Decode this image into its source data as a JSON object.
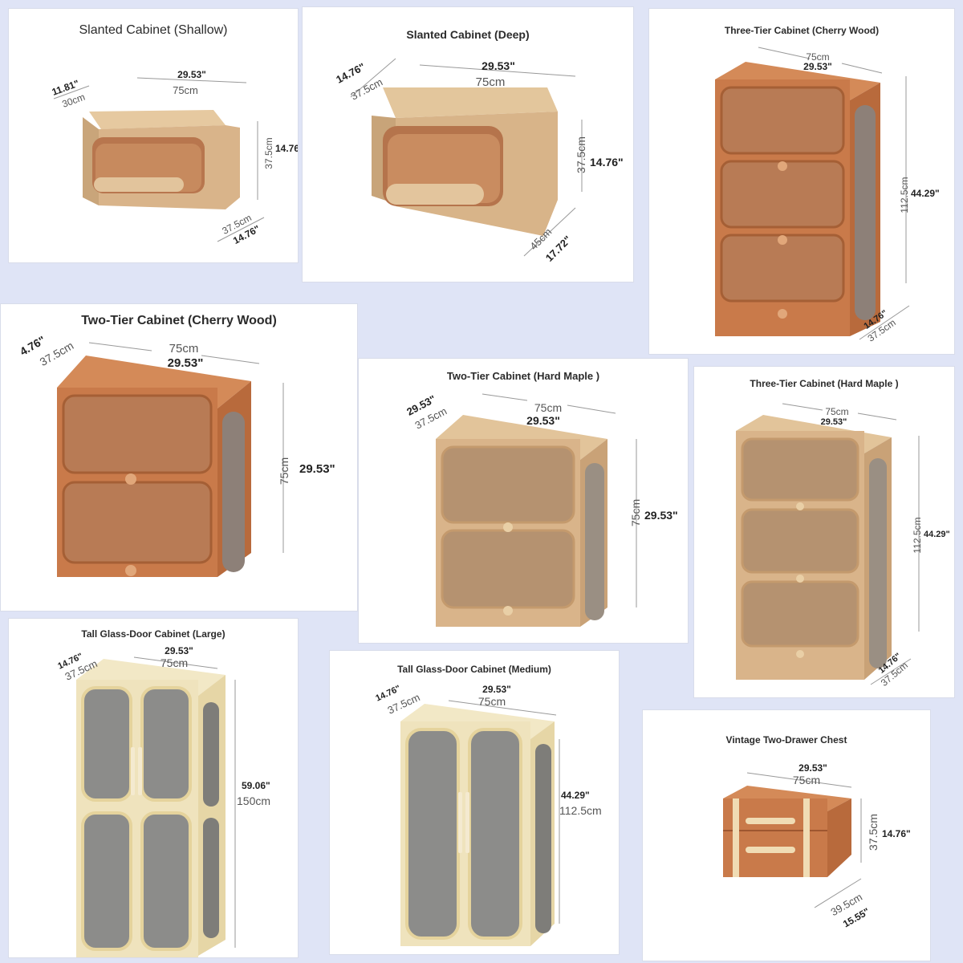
{
  "products": [
    {
      "title": "Slanted Cabinet (Shallow)",
      "width_in": "29.53\"",
      "width_cm": "75cm",
      "depth_in": "11.81\"",
      "depth_cm": "30cm",
      "height_cm": "37.5cm",
      "height_in": "14.76\"",
      "base_cm": "37.5cm",
      "base_in": "14.76\""
    },
    {
      "title": "Slanted Cabinet (Deep)",
      "width_in": "29.53\"",
      "width_cm": "75cm",
      "depth_in": "14.76\"",
      "depth_cm": "37.5cm",
      "height_cm": "37.5cm",
      "height_in": "14.76\"",
      "base_cm": "45cm",
      "base_in": "17.72\""
    },
    {
      "title": "Three-Tier Cabinet (Cherry Wood)",
      "width_cm": "75cm",
      "width_in": "29.53\"",
      "height_cm": "112.5cm",
      "height_in": "44.29\"",
      "depth_in": "14.76\"",
      "depth_cm": "37.5cm"
    },
    {
      "title": "Two-Tier Cabinet (Cherry Wood)",
      "depth_in": "4.76\"",
      "depth_cm": "37.5cm",
      "width_cm": "75cm",
      "width_in": "29.53\"",
      "height_cm": "75cm",
      "height_in": "29.53\""
    },
    {
      "title": "Two-Tier Cabinet (Hard Maple )",
      "depth_in": "29.53\"",
      "depth_cm": "37.5cm",
      "width_cm": "75cm",
      "width_in": "29.53\"",
      "height_cm": "75cm",
      "height_in": "29.53\""
    },
    {
      "title": "Three-Tier Cabinet (Hard Maple )",
      "width_cm": "75cm",
      "width_in": "29.53\"",
      "height_cm": "112.5cm",
      "height_in": "44.29\"",
      "depth_in": "14.76\"",
      "depth_cm": "37.5cm"
    },
    {
      "title": "Tall Glass-Door Cabinet (Large)",
      "depth_in": "14.76\"",
      "depth_cm": "37.5cm",
      "width_in": "29.53\"",
      "width_cm": "75cm",
      "height_in": "59.06\"",
      "height_cm": "150cm"
    },
    {
      "title": "Tall Glass-Door Cabinet (Medium)",
      "depth_in": "14.76\"",
      "depth_cm": "37.5cm",
      "width_in": "29.53\"",
      "width_cm": "75cm",
      "height_in": "44.29\"",
      "height_cm": "112.5cm"
    },
    {
      "title": "Vintage Two-Drawer Chest",
      "width_in": "29.53\"",
      "width_cm": "75cm",
      "height_cm": "37.5cm",
      "height_in": "14.76\"",
      "depth_cm": "39.5cm",
      "depth_in": "15.55\""
    }
  ],
  "colors": {
    "page_bg": "#dfe4f6",
    "maple": "#d9b48a",
    "maple_dark": "#b88d60",
    "cherry": "#c97a4a",
    "cherry_dark": "#9e5630",
    "cream": "#efe3bd",
    "glass": "#8c8c8a"
  }
}
